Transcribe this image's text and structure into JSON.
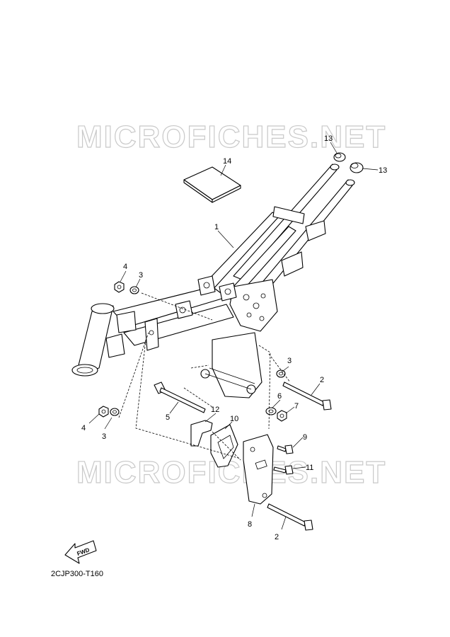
{
  "watermark": {
    "text": "MICROFICHES.NET"
  },
  "diagram_code": "2CJP300-T160",
  "fwd_label": "FWD",
  "callouts": [
    {
      "id": "c1",
      "label": "1"
    },
    {
      "id": "c2a",
      "label": "2"
    },
    {
      "id": "c2b",
      "label": "2"
    },
    {
      "id": "c3a",
      "label": "3"
    },
    {
      "id": "c3b",
      "label": "3"
    },
    {
      "id": "c3c",
      "label": "3"
    },
    {
      "id": "c4a",
      "label": "4"
    },
    {
      "id": "c4b",
      "label": "4"
    },
    {
      "id": "c5",
      "label": "5"
    },
    {
      "id": "c6",
      "label": "6"
    },
    {
      "id": "c7",
      "label": "7"
    },
    {
      "id": "c8",
      "label": "8"
    },
    {
      "id": "c9",
      "label": "9"
    },
    {
      "id": "c10",
      "label": "10"
    },
    {
      "id": "c11",
      "label": "11"
    },
    {
      "id": "c12",
      "label": "12"
    },
    {
      "id": "c13a",
      "label": "13"
    },
    {
      "id": "c13b",
      "label": "13"
    },
    {
      "id": "c14",
      "label": "14"
    }
  ]
}
